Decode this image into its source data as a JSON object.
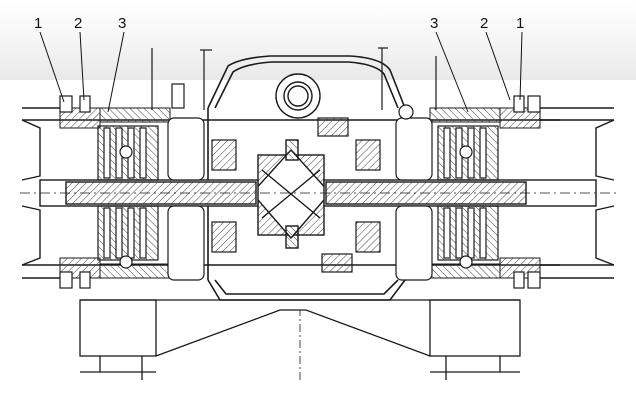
{
  "callouts": {
    "left_1": "1",
    "left_2": "2",
    "left_3": "3",
    "right_3": "3",
    "right_2": "2",
    "right_1": "1"
  },
  "colors": {
    "line": "#1a1a1a",
    "hatch": "#444444",
    "background": "#ffffff",
    "top_band": "#ececec"
  }
}
